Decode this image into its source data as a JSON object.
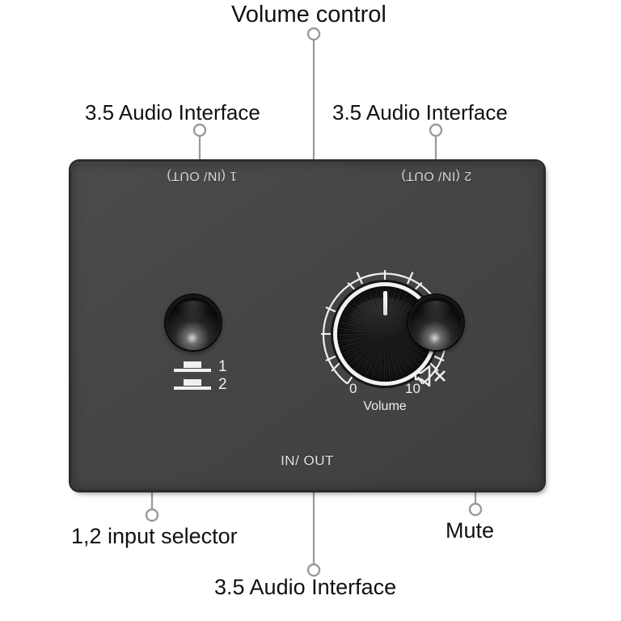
{
  "document": {
    "type": "annotated-product-diagram",
    "subject": "3.5mm audio switcher volume control panel",
    "background_color": "#ffffff"
  },
  "annotations": [
    {
      "id": "volume-control",
      "label": "Volume control",
      "position": "top-center"
    },
    {
      "id": "audio-interface-left",
      "label": "3.5 Audio Interface",
      "position": "top-left"
    },
    {
      "id": "audio-interface-right",
      "label": "3.5 Audio Interface",
      "position": "top-right"
    },
    {
      "id": "input-selector",
      "label": "1,2 input selector",
      "position": "bottom-left"
    },
    {
      "id": "audio-interface-bottom",
      "label": "3.5 Audio Interface",
      "position": "bottom-center"
    },
    {
      "id": "mute",
      "label": "Mute",
      "position": "bottom-right"
    }
  ],
  "device": {
    "panel_color": "#454545",
    "bezel_color": "#2b2b2b",
    "silkscreen_color": "#e0e0e0",
    "ports": [
      {
        "name": "port-1",
        "label": "1 (IN/ OUT)",
        "rotated": true
      },
      {
        "name": "port-2",
        "label": "2 (IN/ OUT)",
        "rotated": true
      }
    ],
    "bottom_port_label": "IN/ OUT",
    "knob": {
      "caption": "Volume",
      "min_label": "0",
      "max_label": "10",
      "pointer_angle_deg": 0,
      "segments": 10,
      "face_color": "#121212",
      "ring_color": "#f2f2f2"
    },
    "buttons": [
      {
        "name": "input-selector-button",
        "icon": "input-select-icon",
        "options": [
          {
            "glyph": "input-1-icon",
            "label": "1"
          },
          {
            "glyph": "input-2-icon",
            "label": "2"
          }
        ]
      },
      {
        "name": "mute-button",
        "icon": "speaker-mute-icon",
        "label": ""
      }
    ]
  }
}
